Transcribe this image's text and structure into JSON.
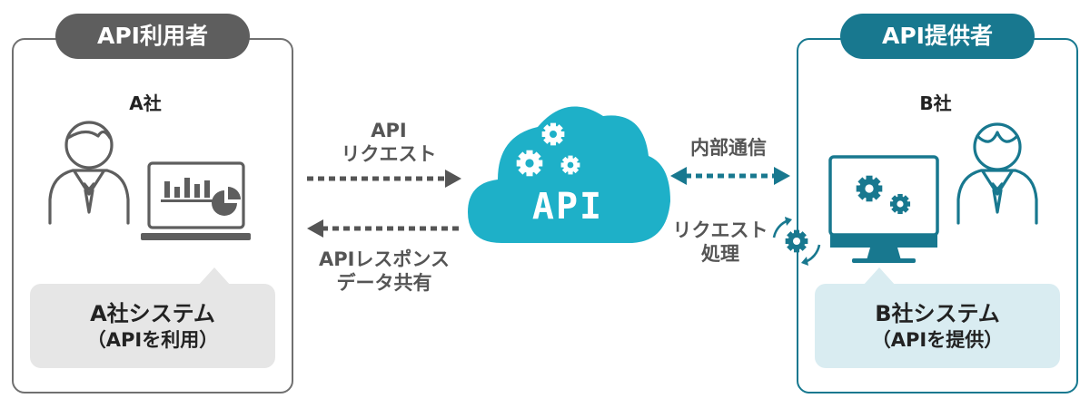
{
  "left": {
    "role_label": "API利用者",
    "company": "A社",
    "system_line1": "A社システム",
    "system_line2": "（APIを利用）"
  },
  "right": {
    "role_label": "API提供者",
    "company": "B社",
    "system_line1": "B社システム",
    "system_line2": "（APIを提供）"
  },
  "center": {
    "cloud_label": "API",
    "request_line1": "API",
    "request_line2": "リクエスト",
    "response_line1": "APIレスポンス",
    "response_line2": "データ共有",
    "internal_label": "内部通信",
    "process_line1": "リクエスト",
    "process_line2": "処理"
  },
  "colors": {
    "gray": "#5e5e5e",
    "teal": "#18788f",
    "cloud": "#1eb0c8",
    "light_gray": "#e6e6e6",
    "light_teal": "#d9ecf1"
  },
  "icons": {
    "user_left": "businessman-icon",
    "laptop": "laptop-chart-icon",
    "user_right": "businessman-icon",
    "monitor": "monitor-gears-icon",
    "cloud": "cloud-gears-icon",
    "process": "gear-refresh-icon"
  }
}
